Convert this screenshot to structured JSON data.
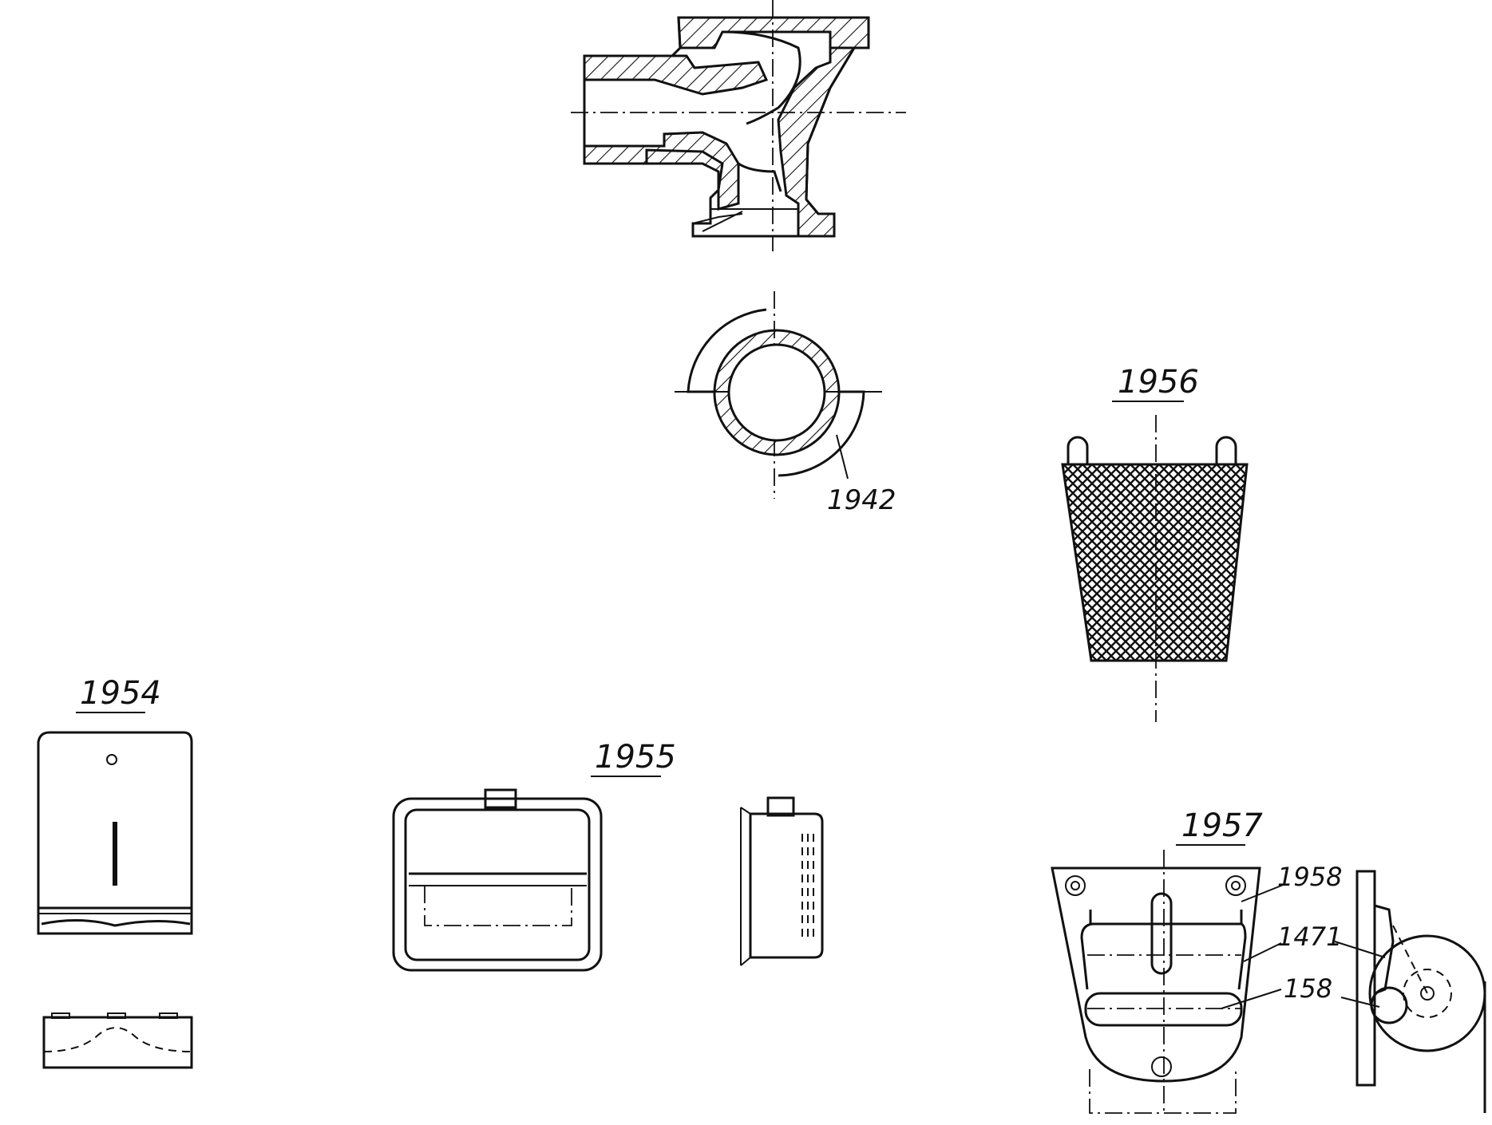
{
  "figures": {
    "closet_bowl": {
      "label": "1942"
    },
    "paper_dispenser": {
      "label": "1954"
    },
    "soap_box": {
      "label": "1955"
    },
    "waste_basket": {
      "label": "1956"
    },
    "roll_holder": {
      "label": "1957",
      "callouts": [
        "1958",
        "1471",
        "158"
      ]
    }
  },
  "colors": {
    "ink": "#111111",
    "paper": "#ffffff"
  }
}
